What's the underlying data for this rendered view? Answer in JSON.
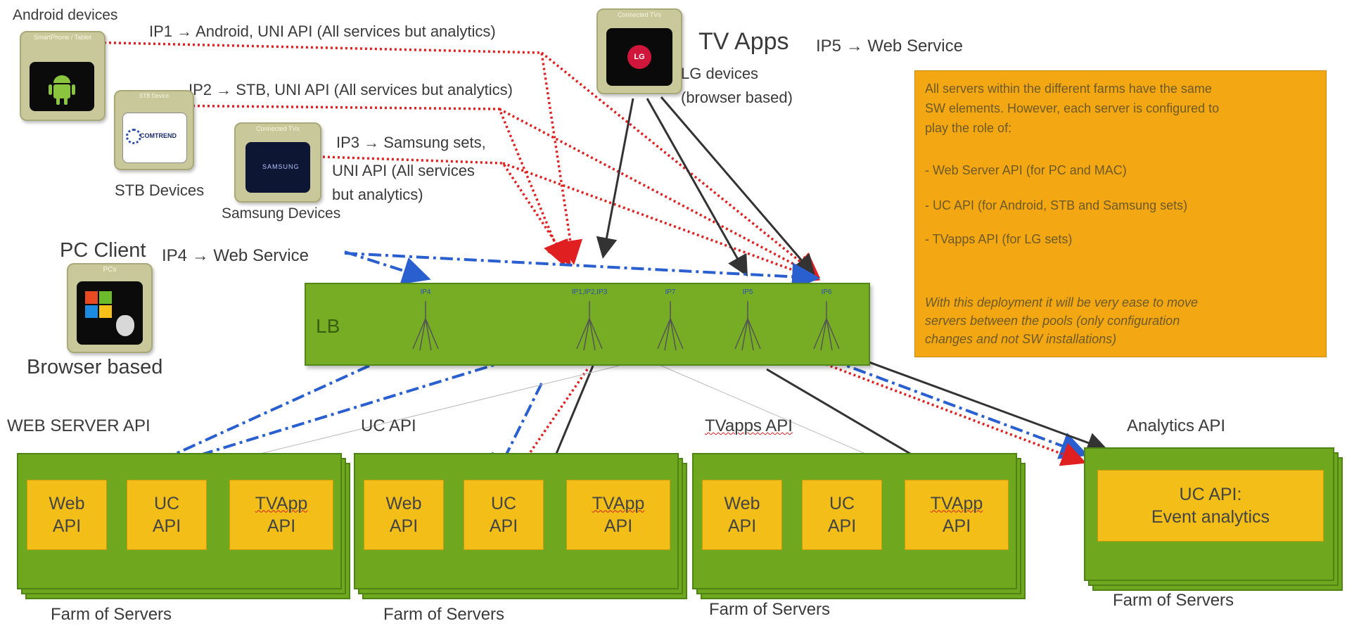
{
  "devices": {
    "android": {
      "title": "Android devices",
      "caption": "SmartPhone / Tablet"
    },
    "stb": {
      "title": "STB Devices",
      "caption": "STB Device",
      "brand": "COMTREND"
    },
    "samsung": {
      "title": "Samsung Devices",
      "caption": "Connected TVs",
      "brand": "SAMSUNG"
    },
    "lg": {
      "caption": "Connected TVs",
      "title_line1": "LG devices",
      "title_line2": "(browser based)",
      "brand": "LG"
    },
    "pc": {
      "title": "PC Client",
      "caption": "PCs",
      "subtitle": "Browser based"
    }
  },
  "headline": {
    "tv_apps": "TV Apps",
    "ip5": "IP5 → Web Service"
  },
  "ip_labels": {
    "ip1": "IP1 → Android, UNI API (All services but analytics)",
    "ip2": "IP2 → STB, UNI API (All services but analytics)",
    "ip3_line1": "IP3 → Samsung sets,",
    "ip3_line2": "UNI API (All services",
    "ip3_line3": "but analytics)",
    "ip4": "IP4 → Web Service"
  },
  "lb": {
    "label": "LB",
    "ports": [
      "IP4",
      "IP1,IP2,IP3",
      "IP7",
      "IP5",
      "IP6"
    ]
  },
  "note": {
    "lines": [
      "All servers within the different farms have the same",
      "SW elements. However, each server is configured to",
      "play the role of:",
      "- Web Server API (for PC and MAC)",
      "- UC API (for Android, STB and Samsung sets)",
      "- TVapps API (for LG sets)"
    ],
    "italic_lines": [
      "With this deployment it will be very ease to move",
      "servers between the pools (only configuration",
      "changes and not SW installations)"
    ]
  },
  "farms": [
    {
      "title": "WEB SERVER API",
      "footer": "Farm of Servers",
      "boxes": [
        [
          "Web",
          "API"
        ],
        [
          "UC",
          "API"
        ],
        [
          "TVApp",
          "API"
        ]
      ]
    },
    {
      "title": "UC API",
      "footer": "Farm of Servers",
      "boxes": [
        [
          "Web",
          "API"
        ],
        [
          "UC",
          "API"
        ],
        [
          "TVApp",
          "API"
        ]
      ]
    },
    {
      "title": "TVapps API",
      "footer": "Farm of Servers",
      "boxes": [
        [
          "Web",
          "API"
        ],
        [
          "UC",
          "API"
        ],
        [
          "TVApp",
          "API"
        ]
      ]
    }
  ],
  "analytics": {
    "title": "Analytics API",
    "box_line1": "UC API:",
    "box_line2": "Event analytics",
    "footer": "Farm of Servers"
  },
  "colors": {
    "lb_green": "#76ad24",
    "farm_green": "#6fa81e",
    "api_yellow": "#f2be17",
    "note_orange": "#f3a713",
    "red_link": "#e02020",
    "blue_link": "#2a5fd0",
    "dark_link": "#333333"
  }
}
